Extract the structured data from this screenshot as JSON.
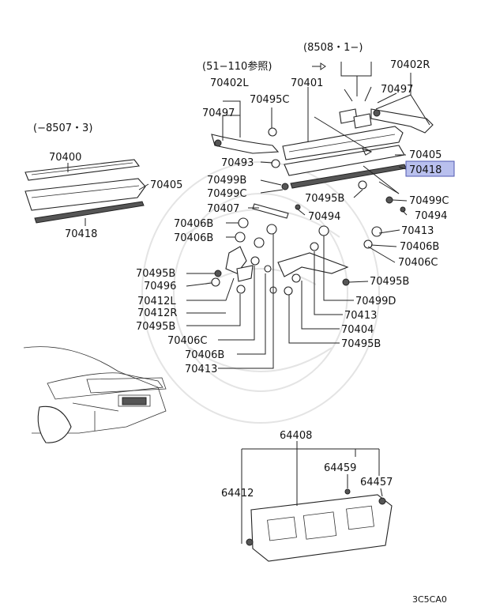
{
  "callouts": {
    "c70400": "70400",
    "c70405_left": "70405",
    "c70418_left": "70418",
    "c70402L": "70402L",
    "c70497_left": "70497",
    "c70495C": "70495C",
    "c70401": "70401",
    "c70493": "70493",
    "c70499B": "70499B",
    "c70499C_left": "70499C",
    "c70407": "70407",
    "c70406B_1": "70406B",
    "c70406B_2": "70406B",
    "c70495B_left": "70495B",
    "c70496": "70496",
    "c70412L": "70412L",
    "c70412R": "70412R",
    "c70495B_left2": "70495B",
    "c70406C_left": "70406C",
    "c70406B_3": "70406B",
    "c70413_left": "70413",
    "c70402R": "70402R",
    "c70497_right": "70497",
    "c70405_right": "70405",
    "c70418_right": "70418",
    "c70495B_mid": "70495B",
    "c70494_mid": "70494",
    "c70499C_right": "70499C",
    "c70494_right": "70494",
    "c70413_right": "70413",
    "c70406B_right": "70406B",
    "c70406C_right": "70406C",
    "c70495B_right": "70495B",
    "c70499D": "70499D",
    "c70413_mid": "70413",
    "c70404": "70404",
    "c70495B_bottom": "70495B",
    "c64408": "64408",
    "c64459": "64459",
    "c64457": "64457",
    "c64412": "64412"
  },
  "notes": {
    "serial_left": "(−8507・3)",
    "serial_right": "(8508・1−)",
    "ref": "(51−110参照)"
  },
  "footer": {
    "code": "3C5CA0"
  },
  "colors": {
    "highlight": "#b9c0ee"
  }
}
